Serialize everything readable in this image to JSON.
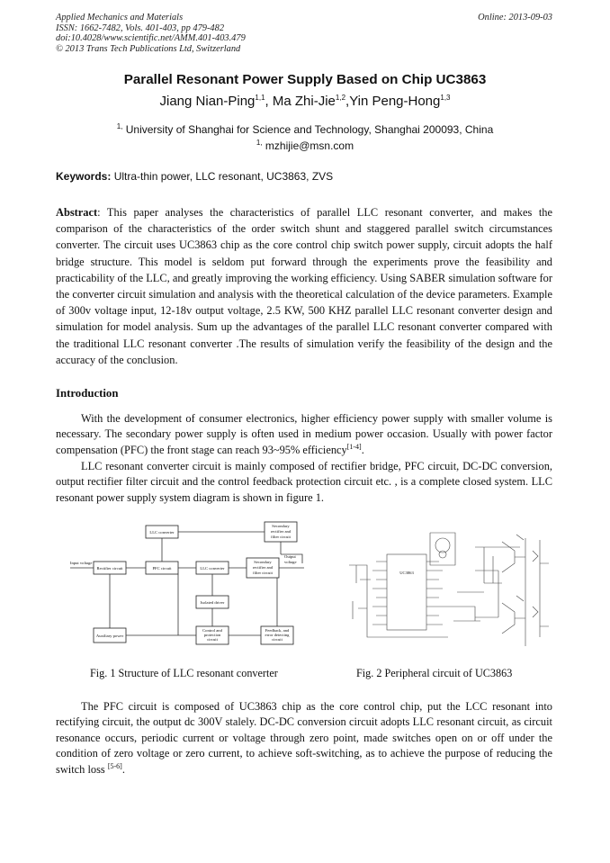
{
  "header": {
    "journal": "Applied Mechanics and Materials",
    "issn": "ISSN: 1662-7482, Vols. 401-403, pp 479-482",
    "doi": "doi:10.4028/www.scientific.net/AMM.401-403.479",
    "copyright": "© 2013 Trans Tech Publications Ltd, Switzerland",
    "online": "Online: 2013-09-03"
  },
  "title": "Parallel Resonant Power Supply Based on Chip UC3863",
  "authors": [
    {
      "name": "Jiang Nian-Ping",
      "sup": "1,1"
    },
    {
      "name": "Ma Zhi-Jie",
      "sup": "1,2"
    },
    {
      "name": "Yin Peng-Hong",
      "sup": "1,3"
    }
  ],
  "affiliation": {
    "sup": "1,",
    "text": "University of Shanghai for Science and Technology, Shanghai 200093, China"
  },
  "email": {
    "sup": "1,",
    "text": "mzhijie@msn.com"
  },
  "keywords": {
    "label": "Keywords:",
    "text": "Ultra-thin power, LLC resonant, UC3863, ZVS"
  },
  "abstract": {
    "label": "Abstract",
    "text": ": This paper analyses the characteristics of parallel LLC resonant converter, and makes the comparison of the characteristics of the order switch shunt and staggered parallel switch circumstances converter. The circuit uses UC3863 chip as the core control chip switch power supply, circuit adopts the half bridge structure. This model is seldom put forward through the experiments prove the feasibility and practicability of the LLC, and greatly improving the working efficiency. Using SABER simulation software for the converter circuit simulation and analysis with the theoretical calculation of the device parameters. Example of 300v voltage input, 12-18v output voltage, 2.5 KW, 500 KHZ parallel LLC resonant converter design and simulation for model analysis. Sum up the advantages of the parallel LLC resonant converter compared with the traditional LLC resonant converter .The results of simulation verify the feasibility of the design and the accuracy of the conclusion."
  },
  "introduction": {
    "heading": "Introduction",
    "p1": "With the development of consumer electronics, higher efficiency power supply with smaller volume is necessary. The secondary power supply is often used in medium power occasion. Usually with power factor compensation (PFC) the front stage can reach 93~95% efficiency",
    "p1_ref": "[1-4]",
    "p1_end": ".",
    "p2": "LLC resonant converter circuit is mainly composed of rectifier bridge, PFC circuit, DC-DC conversion, output rectifier filter circuit and the control feedback protection circuit etc. , is a complete closed system. LLC resonant power supply system diagram is shown in figure 1.",
    "p3": "The PFC circuit is composed of UC3863 chip as the core control chip, put the LCC resonant into rectifying circuit, the output dc 300V stalely. DC-DC conversion circuit adopts LLC resonant circuit, as circuit resonance occurs, periodic current or voltage through zero point, made switches open on or off under the condition of zero voltage or zero current, to achieve soft-switching, as to achieve the purpose of reducing the switch loss ",
    "p3_ref": "[5-6]",
    "p3_end": "."
  },
  "figure1": {
    "caption": "Fig. 1 Structure of LLC resonant converter",
    "blocks": {
      "llc_top": "LLC converter",
      "sec_top_1": "Secondary",
      "sec_top_2": "rectifier and",
      "sec_top_3": "filter circuit",
      "input": "Input voltage",
      "rectifier": "Rectifier circuit",
      "pfc": "PFC circuit",
      "llc_mid": "LLC converter",
      "sec_mid_1": "Secondary",
      "sec_mid_2": "rectifier and",
      "sec_mid_3": "filter circuit",
      "output_1": "Output",
      "output_2": "voltage",
      "isolated": "Isolated driver",
      "aux": "Auxiliary power",
      "control_1": "Control and",
      "control_2": "protection",
      "control_3": "circuit",
      "feedback_1": "Feedback, and",
      "feedback_2": "error detecting",
      "feedback_3": "circuit"
    }
  },
  "figure2": {
    "caption": "Fig. 2 Peripheral circuit of UC3863",
    "chip_label": "UC3863"
  }
}
